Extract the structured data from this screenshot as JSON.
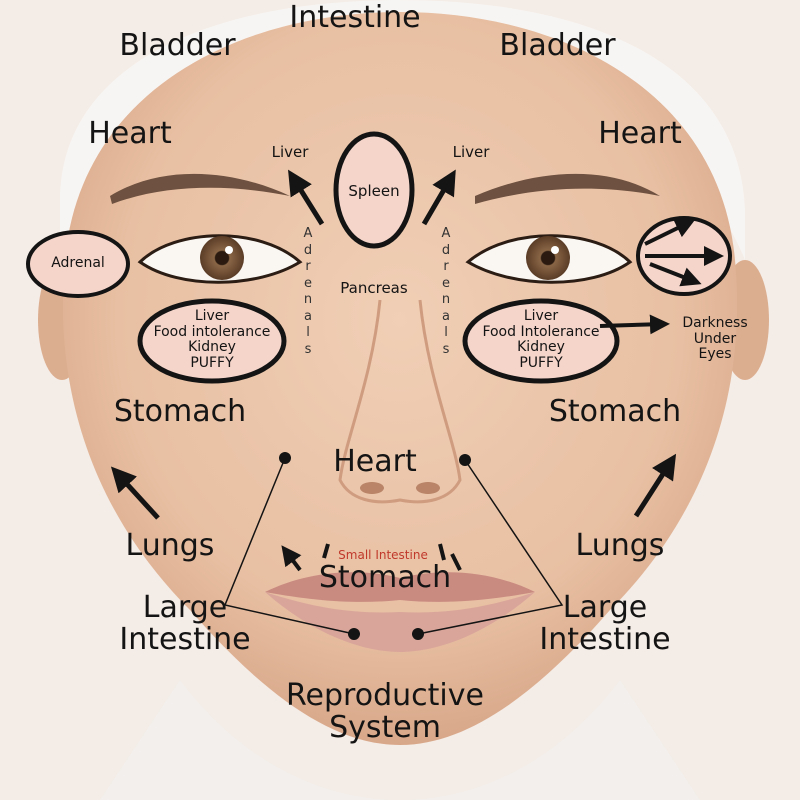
{
  "labels": {
    "intestine_top": "Intestine",
    "bladder_left": "Bladder",
    "bladder_right": "Bladder",
    "heart_left": "Heart",
    "heart_right": "Heart",
    "liver_left": "Liver",
    "liver_right": "Liver",
    "spleen": "Spleen",
    "adrenal": "Adrenal",
    "adrenals_left": "Adrenals",
    "adrenals_right": "Adrenals",
    "pancreas": "Pancreas",
    "eye_left": [
      "Liver",
      "Food intolerance",
      "Kidney",
      "PUFFY"
    ],
    "eye_right": [
      "Liver",
      "Food Intolerance",
      "Kidney",
      "PUFFY"
    ],
    "darkness": [
      "Darkness",
      "Under",
      "Eyes"
    ],
    "stomach_left": "Stomach",
    "stomach_right": "Stomach",
    "heart_nose": "Heart",
    "lungs_left": "Lungs",
    "lungs_right": "Lungs",
    "small_intestine": "Small Intestine",
    "stomach_mouth": "Stomach",
    "large_intestine_left": [
      "Large",
      "Intestine"
    ],
    "large_intestine_right": [
      "Large",
      "Intestine"
    ],
    "reproductive": [
      "Reproductive",
      "System"
    ]
  },
  "colors": {
    "background": "#f4ece6",
    "skin": "#e8bfa2",
    "skin_shadow": "#d49f82",
    "hair_towel": "#f7f5f3",
    "bubble_fill": "#f5d5ca",
    "ink": "#141414",
    "accent_red": "#c0392b",
    "lips": "#c98a80",
    "iris": "#6b4a32"
  }
}
